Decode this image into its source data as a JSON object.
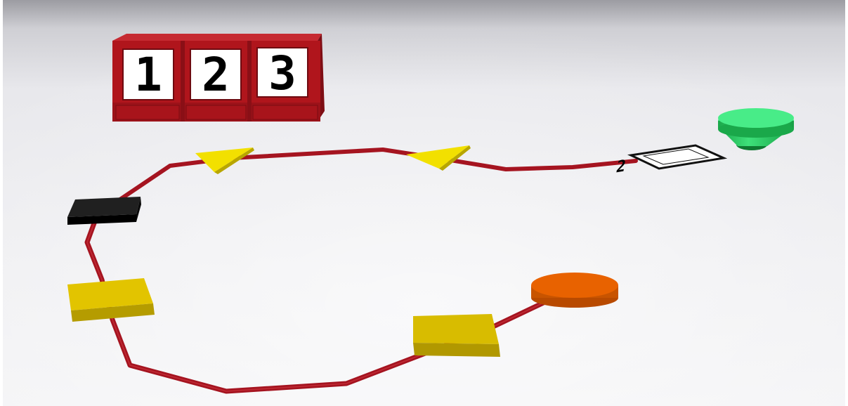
{
  "counter": {
    "digits": [
      "1",
      "2",
      "3"
    ]
  },
  "track": {
    "end_tile_value": "2"
  },
  "colors": {
    "counter_frame": "#b0151c",
    "track": "#a51420",
    "arrow": "#f2e000",
    "block_yellow": "#dcc000",
    "block_black": "#0d0d0d",
    "orange_disc": "#e86200",
    "green_cup": "#1fc85a"
  }
}
